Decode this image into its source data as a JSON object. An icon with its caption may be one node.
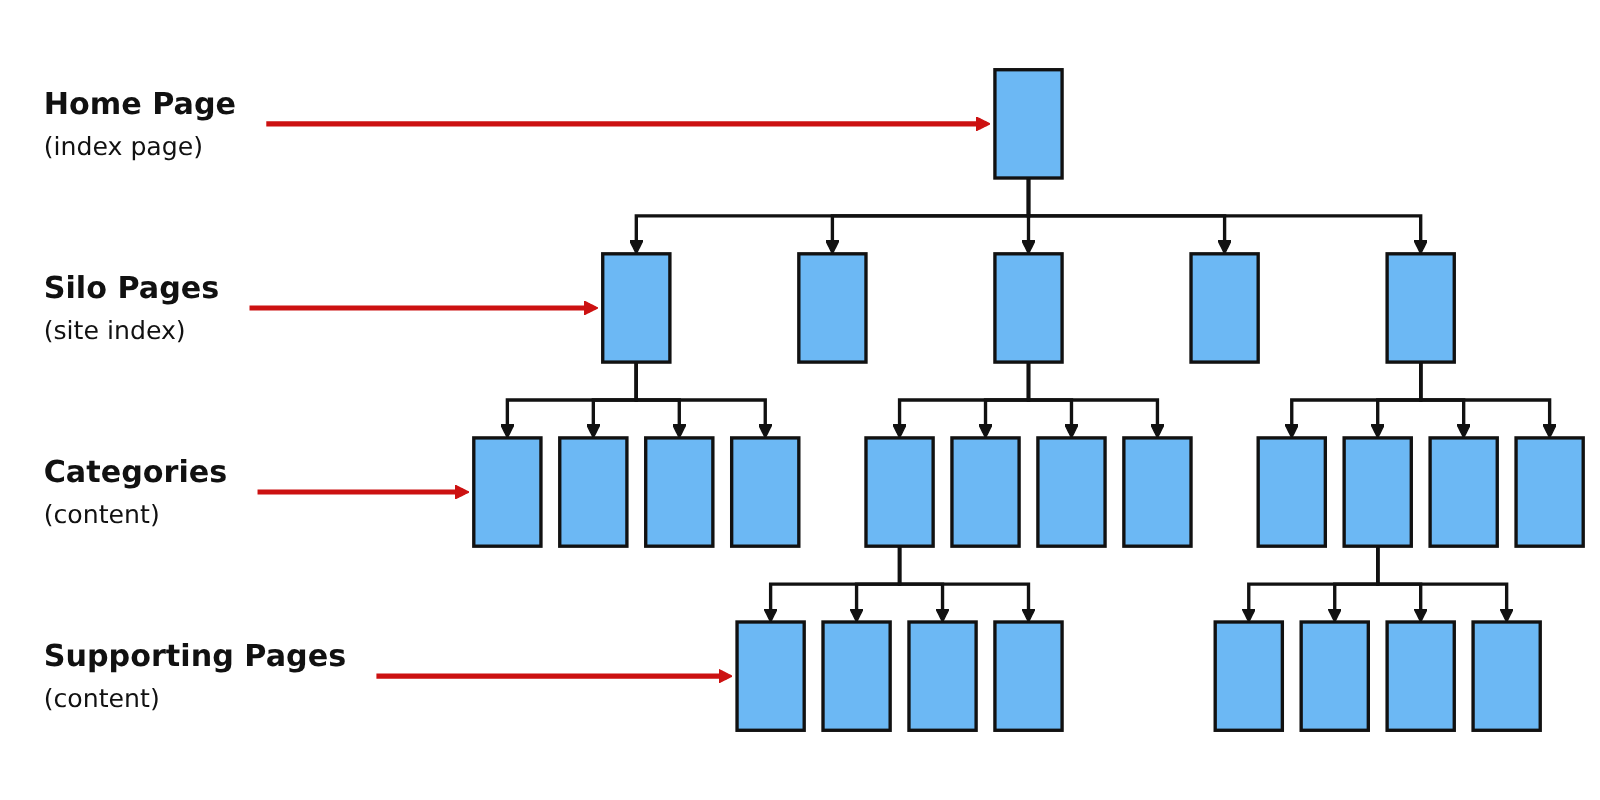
{
  "diagram": {
    "nodes": [
      {
        "text": [
          "Home Page",
          "(index page)"
        ]
      },
      {
        "text": [],
        "shape": "box"
      },
      {
        "text": [
          "Silo Pages",
          "(site index)"
        ]
      },
      {
        "text": [],
        "shape": "box"
      },
      {
        "text": [],
        "shape": "box"
      },
      {
        "text": [],
        "shape": "box"
      },
      {
        "text": [],
        "shape": "box"
      },
      {
        "text": [],
        "shape": "box"
      },
      {
        "text": [
          "Categories",
          "(content)"
        ]
      },
      {
        "text": [],
        "shape": "box"
      },
      {
        "text": [],
        "shape": "box"
      },
      {
        "text": [],
        "shape": "box"
      },
      {
        "text": [],
        "shape": "box"
      },
      {
        "text": [],
        "shape": "box"
      },
      {
        "text": [],
        "shape": "box"
      },
      {
        "text": [],
        "shape": "box"
      },
      {
        "text": [],
        "shape": "box"
      },
      {
        "text": [],
        "shape": "box"
      },
      {
        "text": [],
        "shape": "box"
      },
      {
        "text": [],
        "shape": "box"
      },
      {
        "text": [],
        "shape": "box"
      },
      {
        "text": [
          "Supporting Pages",
          "(content)"
        ]
      },
      {
        "text": [],
        "shape": "box"
      },
      {
        "text": [],
        "shape": "box"
      },
      {
        "text": [],
        "shape": "box"
      },
      {
        "text": [],
        "shape": "box"
      },
      {
        "text": [],
        "shape": "box"
      },
      {
        "text": [],
        "shape": "box"
      },
      {
        "text": [],
        "shape": "box"
      },
      {
        "text": [],
        "shape": "box"
      }
    ],
    "edges": [
      {
        "from": 0,
        "to": 1,
        "arrow": "to",
        "color": "#cc1111"
      },
      {
        "from": 1,
        "to": 3,
        "arrow": "to"
      },
      {
        "from": 1,
        "to": 4,
        "arrow": "to"
      },
      {
        "from": 1,
        "to": 5,
        "arrow": "to"
      },
      {
        "from": 1,
        "to": 6,
        "arrow": "to"
      },
      {
        "from": 1,
        "to": 7,
        "arrow": "to"
      },
      {
        "from": 2,
        "to": 3,
        "arrow": "to",
        "color": "#cc1111"
      },
      {
        "from": 3,
        "to": 9,
        "arrow": "to"
      },
      {
        "from": 3,
        "to": 10,
        "arrow": "to"
      },
      {
        "from": 3,
        "to": 11,
        "arrow": "to"
      },
      {
        "from": 3,
        "to": 12,
        "arrow": "to"
      },
      {
        "from": 5,
        "to": 13,
        "arrow": "to"
      },
      {
        "from": 5,
        "to": 14,
        "arrow": "to"
      },
      {
        "from": 5,
        "to": 15,
        "arrow": "to"
      },
      {
        "from": 5,
        "to": 16,
        "arrow": "to"
      },
      {
        "from": 7,
        "to": 17,
        "arrow": "to"
      },
      {
        "from": 7,
        "to": 18,
        "arrow": "to"
      },
      {
        "from": 7,
        "to": 19,
        "arrow": "to"
      },
      {
        "from": 7,
        "to": 20,
        "arrow": "to"
      },
      {
        "from": 8,
        "to": 9,
        "arrow": "to",
        "color": "#cc1111"
      },
      {
        "from": 13,
        "to": 22,
        "arrow": "to"
      },
      {
        "from": 13,
        "to": 23,
        "arrow": "to"
      },
      {
        "from": 13,
        "to": 24,
        "arrow": "to"
      },
      {
        "from": 13,
        "to": 25,
        "arrow": "to"
      },
      {
        "from": 18,
        "to": 26,
        "arrow": "to"
      },
      {
        "from": 18,
        "to": 27,
        "arrow": "to"
      },
      {
        "from": 18,
        "to": 28,
        "arrow": "to"
      },
      {
        "from": 18,
        "to": 29,
        "arrow": "to"
      },
      {
        "from": 21,
        "to": 22,
        "arrow": "to",
        "color": "#cc1111"
      }
    ]
  }
}
